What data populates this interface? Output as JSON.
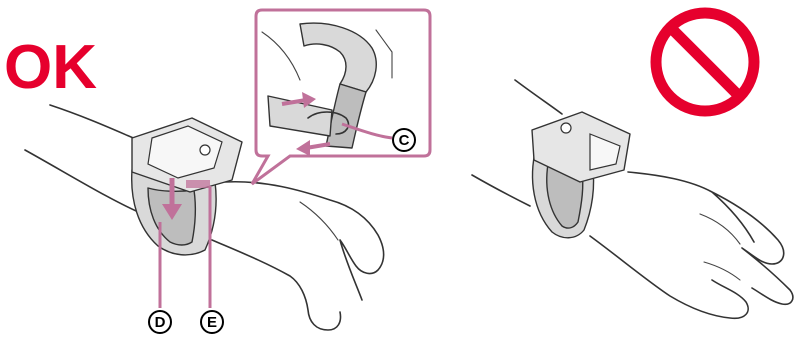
{
  "ok_label": "OK",
  "callouts": {
    "c": "C",
    "d": "D",
    "e": "E"
  },
  "colors": {
    "accent": "#e6002d",
    "highlight": "#c0719a",
    "line": "#333333",
    "strap": "#d9d9d9"
  },
  "icons": {
    "prohibition": "no-entry-sign"
  }
}
